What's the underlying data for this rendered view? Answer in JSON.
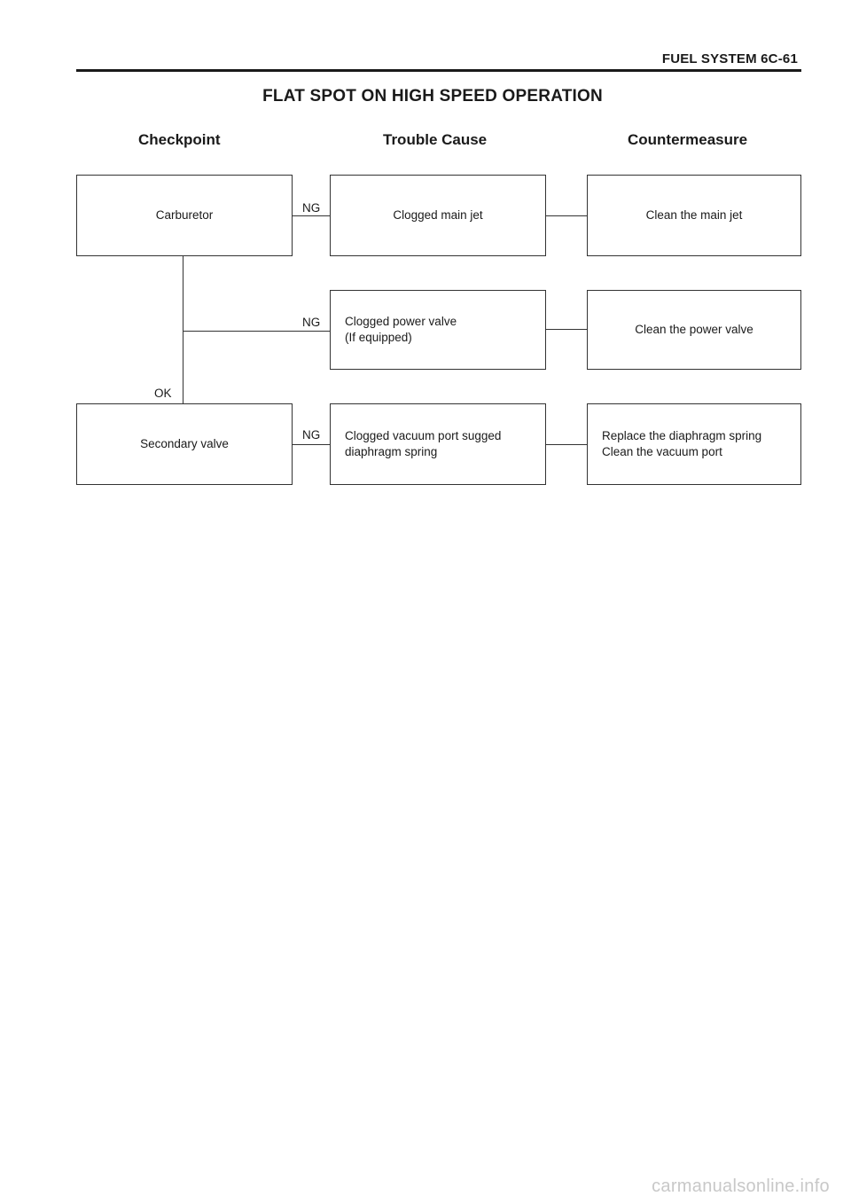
{
  "header": {
    "section": "FUEL SYSTEM 6C-61"
  },
  "title": "FLAT SPOT ON HIGH SPEED OPERATION",
  "columns": {
    "checkpoint": "Checkpoint",
    "cause": "Trouble Cause",
    "countermeasure": "Countermeasure"
  },
  "checkpoints": [
    {
      "label": "Carburetor"
    },
    {
      "label": "Secondary valve"
    }
  ],
  "causes": [
    {
      "label": "Clogged main jet"
    },
    {
      "label": "Clogged power valve\n(If equipped)"
    },
    {
      "label": "Clogged vacuum port sugged\ndiaphragm spring"
    }
  ],
  "countermeasures": [
    {
      "label": "Clean the main jet"
    },
    {
      "label": "Clean the power valve"
    },
    {
      "label": "Replace the diaphragm spring\nClean the vacuum port"
    }
  ],
  "connector_labels": {
    "ng": "NG",
    "ok": "OK"
  },
  "watermark": "carmanualsonline.info"
}
